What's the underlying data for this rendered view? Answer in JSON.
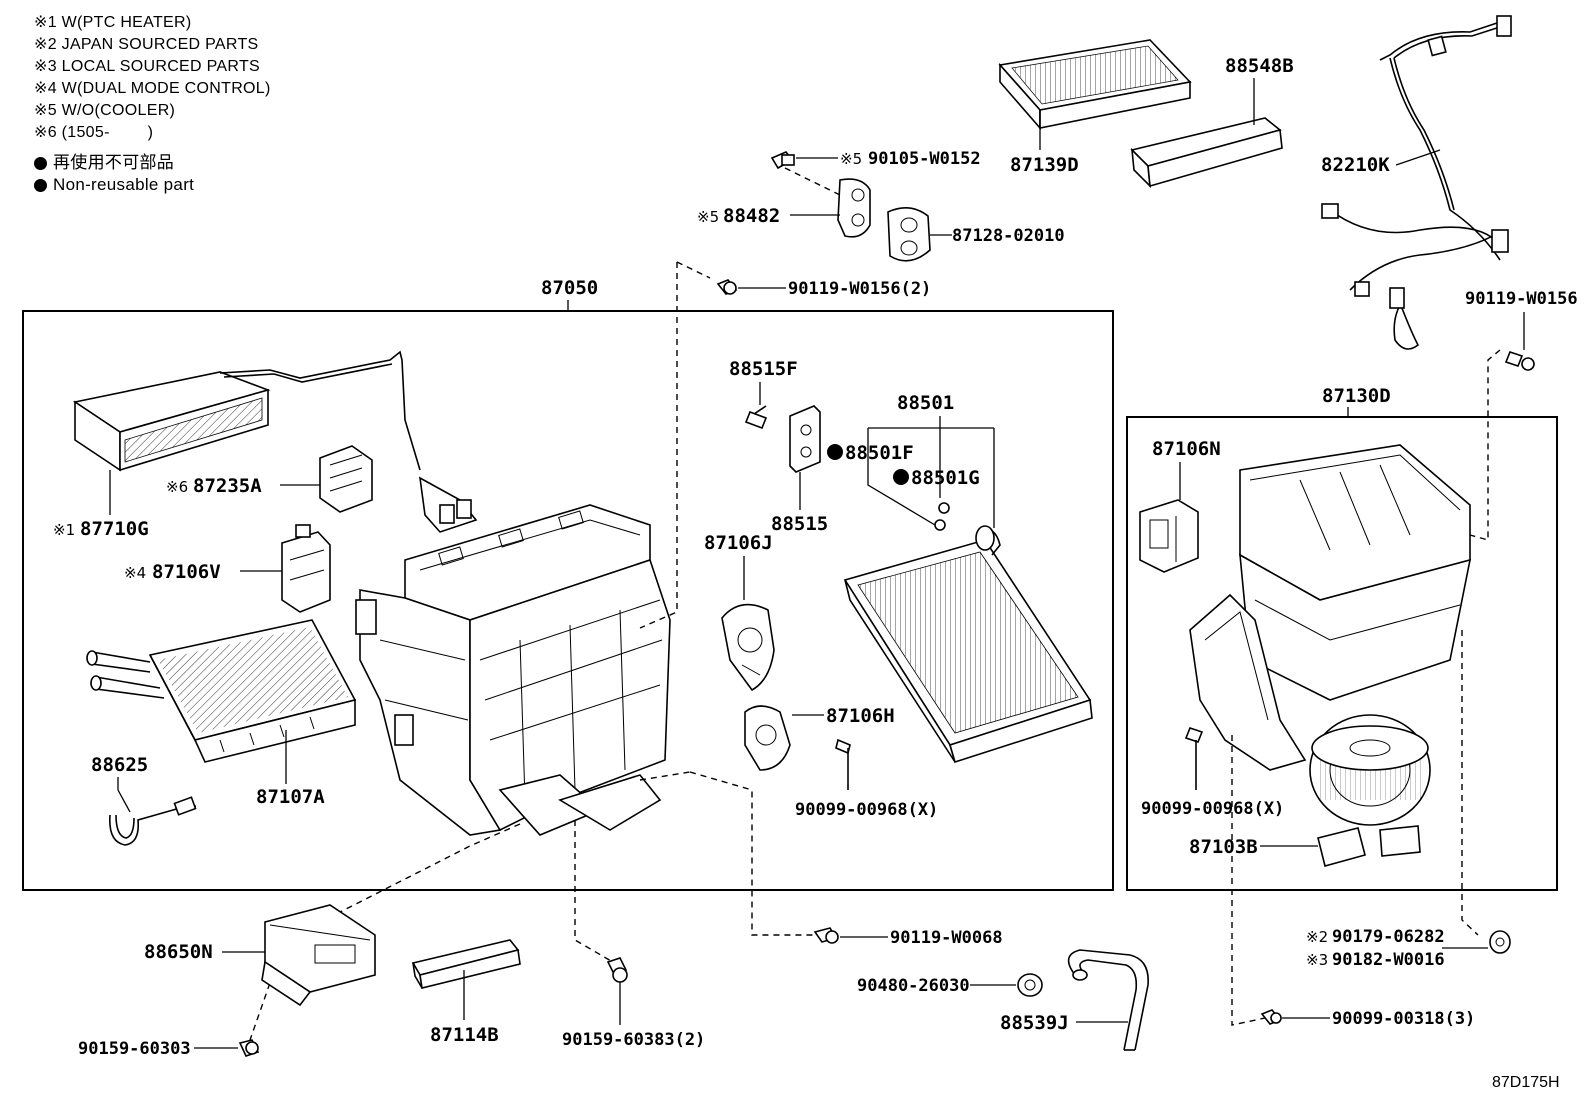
{
  "legend": {
    "notes": [
      {
        "mark": "※1",
        "text": "W(PTC HEATER)"
      },
      {
        "mark": "※2",
        "text": "JAPAN SOURCED PARTS"
      },
      {
        "mark": "※3",
        "text": "LOCAL SOURCED PARTS"
      },
      {
        "mark": "※4",
        "text": "W(DUAL MODE CONTROL)"
      },
      {
        "mark": "※5",
        "text": "W/O(COOLER)"
      },
      {
        "mark": "※6",
        "text": "(1505-        )"
      }
    ],
    "nonreusable_jp": "再使用不可部品",
    "nonreusable_en": "Non-reusable part"
  },
  "groups": {
    "main_assy": "87050",
    "blower_assy": "87130D"
  },
  "parts": {
    "p87710G": {
      "mark": "※1",
      "number": "87710G"
    },
    "p87235A": {
      "mark": "※6",
      "number": "87235A"
    },
    "p87106V": {
      "mark": "※4",
      "number": "87106V"
    },
    "p88625": {
      "number": "88625"
    },
    "p87107A": {
      "number": "87107A"
    },
    "p88515F": {
      "number": "88515F"
    },
    "p88501": {
      "number": "88501"
    },
    "p88501F": {
      "number": "88501F"
    },
    "p88501G": {
      "number": "88501G"
    },
    "p88515": {
      "number": "88515"
    },
    "p87106J": {
      "number": "87106J"
    },
    "p87106H": {
      "number": "87106H"
    },
    "p90099_00968_a": {
      "number": "90099-00968(X)"
    },
    "p90105": {
      "mark": "※5",
      "number": "90105-W0152"
    },
    "p88482": {
      "mark": "※5",
      "number": "88482"
    },
    "p87128": {
      "number": "87128-02010"
    },
    "p90119_w0156_2": {
      "number": "90119-W0156(2)"
    },
    "p87139D": {
      "number": "87139D"
    },
    "p88548B": {
      "number": "88548B"
    },
    "p82210K": {
      "number": "82210K"
    },
    "p90119_w0156": {
      "number": "90119-W0156"
    },
    "p87106N": {
      "number": "87106N"
    },
    "p90099_00968_b": {
      "number": "90099-00968(X)"
    },
    "p87103B": {
      "number": "87103B"
    },
    "p90179": {
      "mark": "※2",
      "number": "90179-06282"
    },
    "p90182": {
      "mark": "※3",
      "number": "90182-W0016"
    },
    "p90099_00318": {
      "number": "90099-00318(3)"
    },
    "p88650N": {
      "number": "88650N"
    },
    "p90159_60303": {
      "number": "90159-60303"
    },
    "p87114B": {
      "number": "87114B"
    },
    "p90159_60383": {
      "number": "90159-60383(2)"
    },
    "p90119_w0068": {
      "number": "90119-W0068"
    },
    "p90480": {
      "number": "90480-26030"
    },
    "p88539J": {
      "number": "88539J"
    }
  },
  "figure_ref": "87D175H"
}
